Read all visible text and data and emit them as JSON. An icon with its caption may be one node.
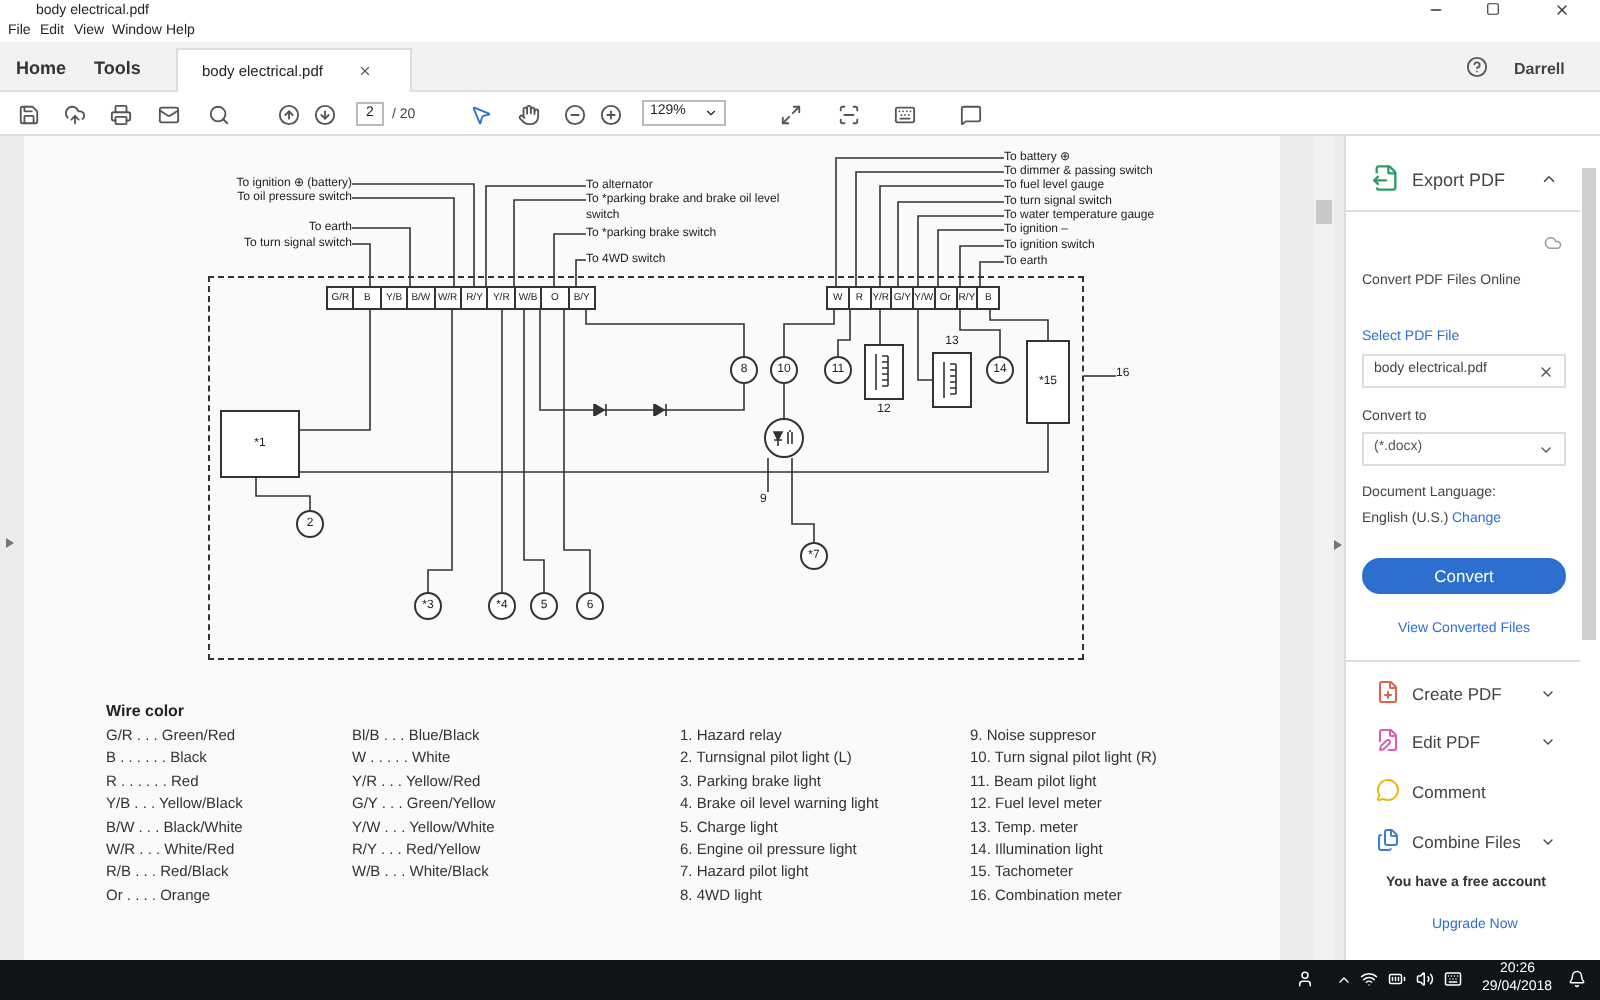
{
  "diagram": {
    "nodes": [
      {
        "text": [],
        "shape": "box"
      },
      {
        "text": [
          "G/R",
          "B",
          "Y/B",
          "B/W",
          "W/R",
          "R/Y",
          "Y/R",
          "W/B",
          "O",
          "B/Y"
        ],
        "in": 0
      },
      {
        "text": [
          "W",
          "R",
          "Y/R",
          "G/Y",
          "Y/W",
          "Or",
          "R/Y",
          "B"
        ],
        "in": 0
      },
      {
        "text": [
          "*1"
        ],
        "in": 0
      },
      {
        "text": [
          "2"
        ],
        "in": 0
      },
      {
        "text": [
          "*3"
        ],
        "in": 0
      },
      {
        "text": [
          "*4"
        ],
        "in": 0
      },
      {
        "text": [
          "5"
        ],
        "in": 0
      },
      {
        "text": [
          "6"
        ],
        "in": 0
      },
      {
        "text": [
          "8"
        ],
        "in": 0
      },
      {
        "text": [
          "10"
        ],
        "in": 0
      },
      {
        "text": [
          "11"
        ],
        "in": 0
      },
      {
        "text": [
          "12"
        ],
        "in": 0
      },
      {
        "text": [
          "13"
        ],
        "in": 0
      },
      {
        "text": [
          "14"
        ],
        "in": 0
      },
      {
        "text": [
          "*15"
        ],
        "in": 0
      },
      {
        "text": [],
        "shape": "circle",
        "in": 0
      },
      {
        "text": [
          "9"
        ],
        "in": 0
      },
      {
        "text": [
          "*7"
        ],
        "in": 0
      },
      {
        "text": [
          "16"
        ]
      },
      {
        "text": [
          "To ignition ⊕ (battery)"
        ]
      },
      {
        "text": [
          "To oil pressure switch"
        ]
      },
      {
        "text": [
          "To earth"
        ]
      },
      {
        "text": [
          "To turn signal switch"
        ]
      },
      {
        "text": [
          "To alternator"
        ]
      },
      {
        "text": [
          "To *parking brake and brake oil level switch"
        ]
      },
      {
        "text": [
          "To *parking brake switch"
        ]
      },
      {
        "text": [
          "To 4WD switch"
        ]
      },
      {
        "text": [
          "To battery ⊕"
        ]
      },
      {
        "text": [
          "To dimmer & passing switch"
        ]
      },
      {
        "text": [
          "To fuel level gauge"
        ]
      },
      {
        "text": [
          "To turn signal switch"
        ]
      },
      {
        "text": [
          "To water temperature gauge"
        ]
      },
      {
        "text": [
          "To ignition –"
        ]
      },
      {
        "text": [
          "To ignition switch"
        ]
      },
      {
        "text": [
          "To earth"
        ]
      }
    ],
    "edges": [
      {
        "from": 20,
        "to": 1,
        "arrow": "none"
      },
      {
        "from": 21,
        "to": 1,
        "arrow": "none"
      },
      {
        "from": 22,
        "to": 1,
        "arrow": "none"
      },
      {
        "from": 23,
        "to": 1,
        "arrow": "none"
      },
      {
        "from": 24,
        "to": 1,
        "arrow": "none"
      },
      {
        "from": 25,
        "to": 1,
        "arrow": "none"
      },
      {
        "from": 26,
        "to": 1,
        "arrow": "none"
      },
      {
        "from": 27,
        "to": 1,
        "arrow": "none"
      },
      {
        "from": 28,
        "to": 2,
        "arrow": "none"
      },
      {
        "from": 29,
        "to": 2,
        "arrow": "none"
      },
      {
        "from": 30,
        "to": 2,
        "arrow": "none"
      },
      {
        "from": 31,
        "to": 2,
        "arrow": "none"
      },
      {
        "from": 32,
        "to": 2,
        "arrow": "none"
      },
      {
        "from": 33,
        "to": 2,
        "arrow": "none"
      },
      {
        "from": 34,
        "to": 2,
        "arrow": "none"
      },
      {
        "from": 35,
        "to": 2,
        "arrow": "none"
      },
      {
        "from": 1,
        "to": 3,
        "arrow": "none"
      },
      {
        "from": 3,
        "to": 4,
        "arrow": "none"
      },
      {
        "from": 3,
        "to": 15,
        "arrow": "none"
      },
      {
        "from": 1,
        "to": 5,
        "arrow": "none"
      },
      {
        "from": 1,
        "to": 6,
        "arrow": "none"
      },
      {
        "from": 1,
        "to": 7,
        "arrow": "none"
      },
      {
        "from": 1,
        "to": 8,
        "arrow": "none"
      },
      {
        "from": 1,
        "to": 9,
        "arrow": "none"
      },
      {
        "from": 1,
        "to": 9,
        "arrow": "none"
      },
      {
        "from": 2,
        "to": 10,
        "arrow": "none"
      },
      {
        "from": 2,
        "to": 11,
        "arrow": "none"
      },
      {
        "from": 2,
        "to": 12,
        "arrow": "none"
      },
      {
        "from": 2,
        "to": 13,
        "arrow": "none"
      },
      {
        "from": 2,
        "to": 14,
        "arrow": "none"
      },
      {
        "from": 2,
        "to": 15,
        "arrow": "none"
      },
      {
        "from": 10,
        "to": 16,
        "arrow": "none"
      },
      {
        "from": 16,
        "to": 18,
        "arrow": "none"
      },
      {
        "from": 17,
        "to": 16,
        "arrow": "none"
      },
      {
        "from": 19,
        "to": 0,
        "arrow": "none"
      }
    ],
    "labels": [
      "body electrical.pdf",
      "File",
      "Edit",
      "View",
      "Window",
      "Help",
      "Home",
      "Tools",
      "body electrical.pdf",
      "Darrell",
      "2",
      "/ 20",
      "129%",
      "Wire color",
      "G/R . . . Green/Red",
      "Bl/B . . . Blue/Black",
      "B . . . . . . Black",
      "W . . . . . White",
      "R . . . . . . Red",
      "Y/R . . . Yellow/Red",
      "Y/B . . . Yellow/Black",
      "G/Y . . . Green/Yellow",
      "B/W . . . Black/White",
      "Y/W . . . Yellow/White",
      "W/R . . . White/Red",
      "R/Y . . . Red/Yellow",
      "R/B . . . Red/Black",
      "W/B . . . White/Black",
      "Or . . . . Orange",
      "1. Hazard relay",
      "2. Turnsignal pilot light (L)",
      "3. Parking brake light",
      "4. Brake oil level warning light",
      "5. Charge light",
      "6. Engine oil pressure light",
      "7. Hazard pilot light",
      "8. 4WD light",
      "9. Noise suppresor",
      "10. Turn signal pilot light (R)",
      "11. Beam pilot light",
      "12. Fuel level meter",
      "13. Temp. meter",
      "14. Illumination light",
      "15. Tachometer",
      "16. Combination meter",
      "Export PDF",
      "Convert PDF Files Online",
      "Select PDF File",
      "body electrical.pdf",
      "Convert to",
      "(*.docx)",
      "Document Language:",
      "English (U.S.)",
      "Change",
      "Convert",
      "View Converted Files",
      "Create PDF",
      "Edit PDF",
      "Comment",
      "Combine Files",
      "You have a free account",
      "Upgrade Now",
      "20:26",
      "29/04/2018"
    ]
  }
}
